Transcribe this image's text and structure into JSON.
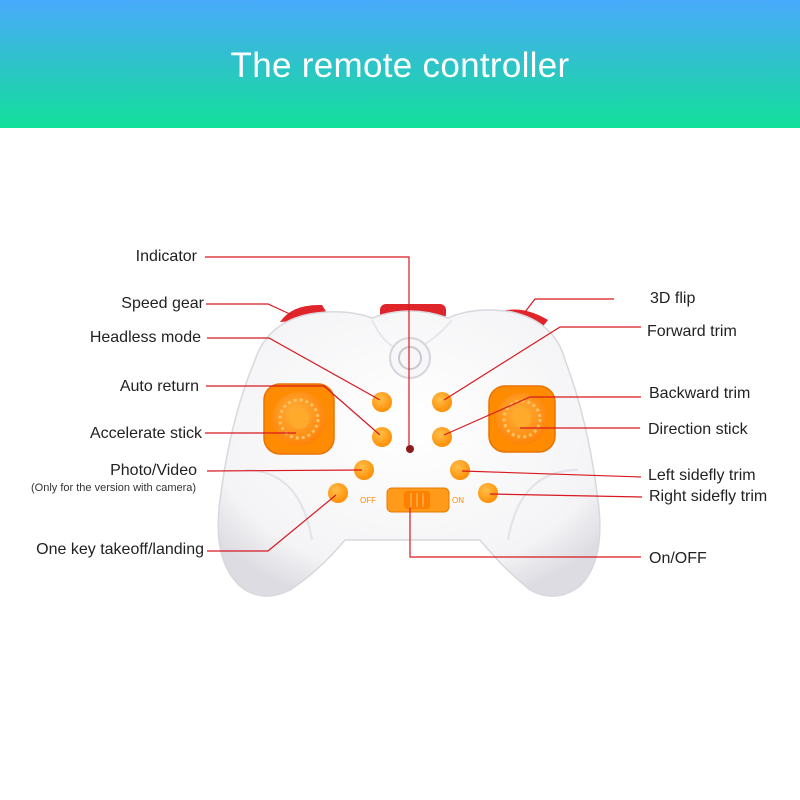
{
  "title": "The remote controller",
  "labels": {
    "indicator": "Indicator",
    "speed_gear": "Speed gear",
    "headless_mode": "Headless mode",
    "auto_return": "Auto return",
    "accelerate_stick": "Accelerate stick",
    "photo_video": "Photo/Video",
    "photo_video_note": "(Only for the version with camera)",
    "one_key": "One key takeoff/landing",
    "flip_3d": "3D flip",
    "forward_trim": "Forward trim",
    "backward_trim": "Backward trim",
    "direction_stick": "Direction stick",
    "left_sidefly": "Left sidefly trim",
    "right_sidefly": "Right sidefly trim",
    "on_off": "On/OFF"
  },
  "switch": {
    "off_label": "OFF",
    "on_label": "ON"
  },
  "colors": {
    "leader_line": "#d71920",
    "button": "#ff9a1a",
    "shell": "#ffffff",
    "header_top": "#49aafc",
    "header_bottom": "#12e09b"
  }
}
